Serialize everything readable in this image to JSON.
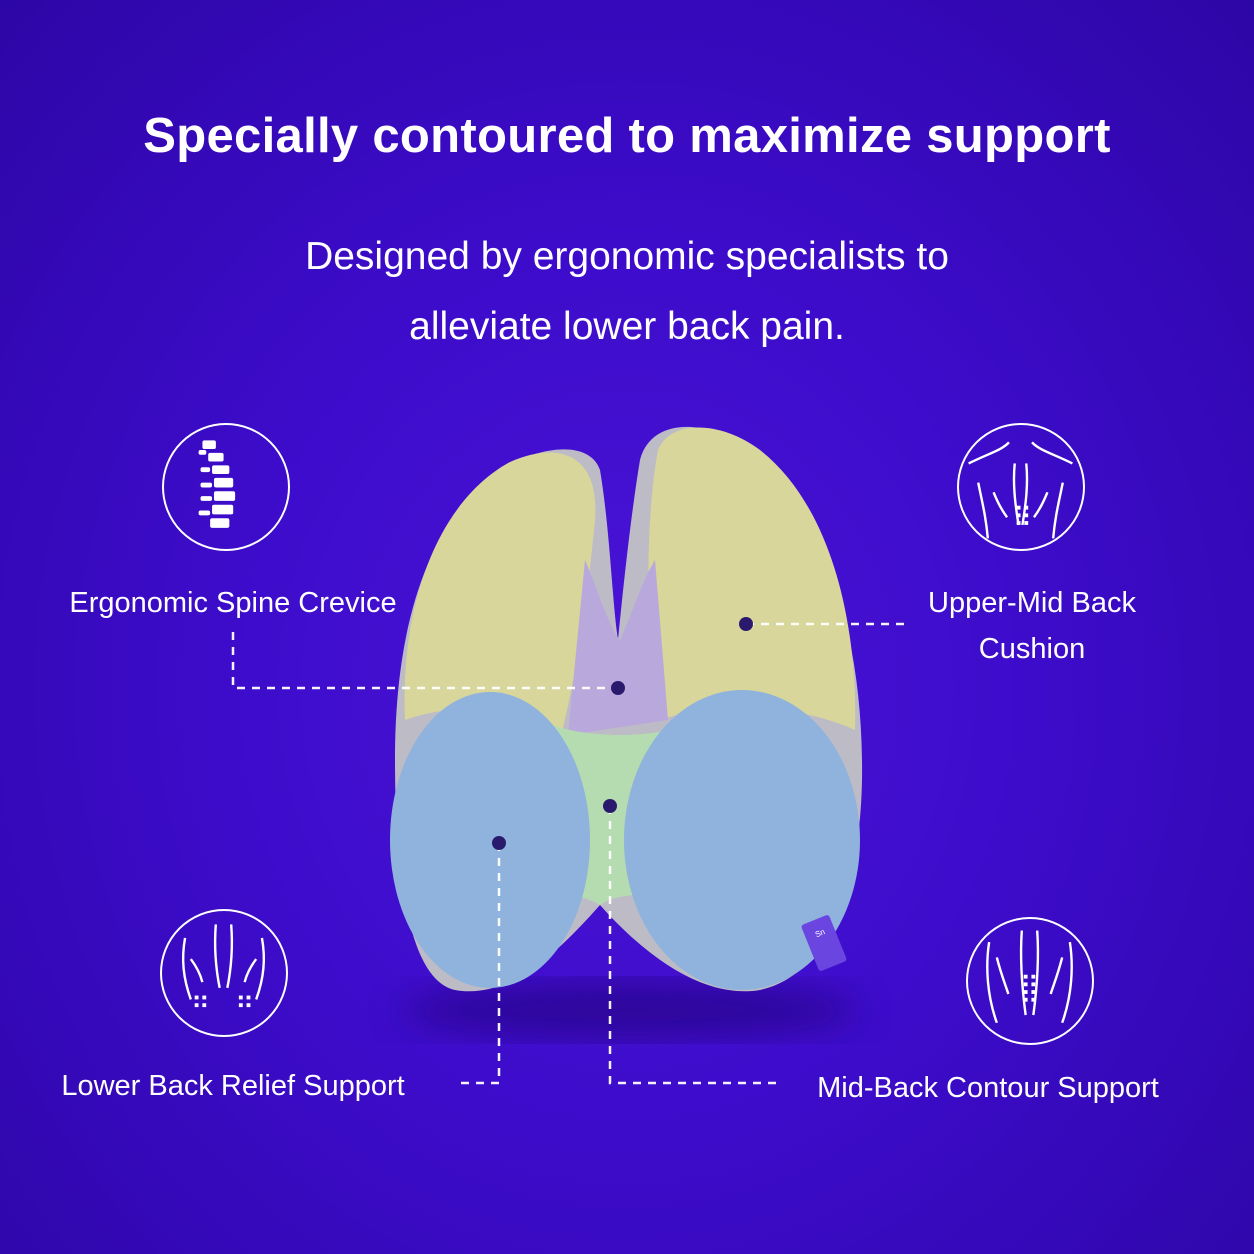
{
  "headline": "Specially contoured to maximize support",
  "subheadline": [
    "Designed by ergonomic specialists to",
    "alleviate lower back pain."
  ],
  "features": [
    {
      "label": "Ergonomic Spine Crevice",
      "icon": "spine-icon"
    },
    {
      "label_lines": [
        "Upper-Mid Back",
        "Cushion"
      ],
      "icon": "upper-back-icon"
    },
    {
      "label": "Lower Back Relief Support",
      "icon": "lower-back-icon"
    },
    {
      "label": "Mid-Back Contour Support",
      "icon": "mid-back-icon"
    }
  ],
  "colors": {
    "background": "#3d0ccb",
    "cushion_yellow": "#d8d69a",
    "cushion_blue": "#8fb3dc",
    "cushion_green": "#b5dcb0",
    "cushion_purple": "#b9a8dc",
    "callout": "#2a1a6e"
  }
}
